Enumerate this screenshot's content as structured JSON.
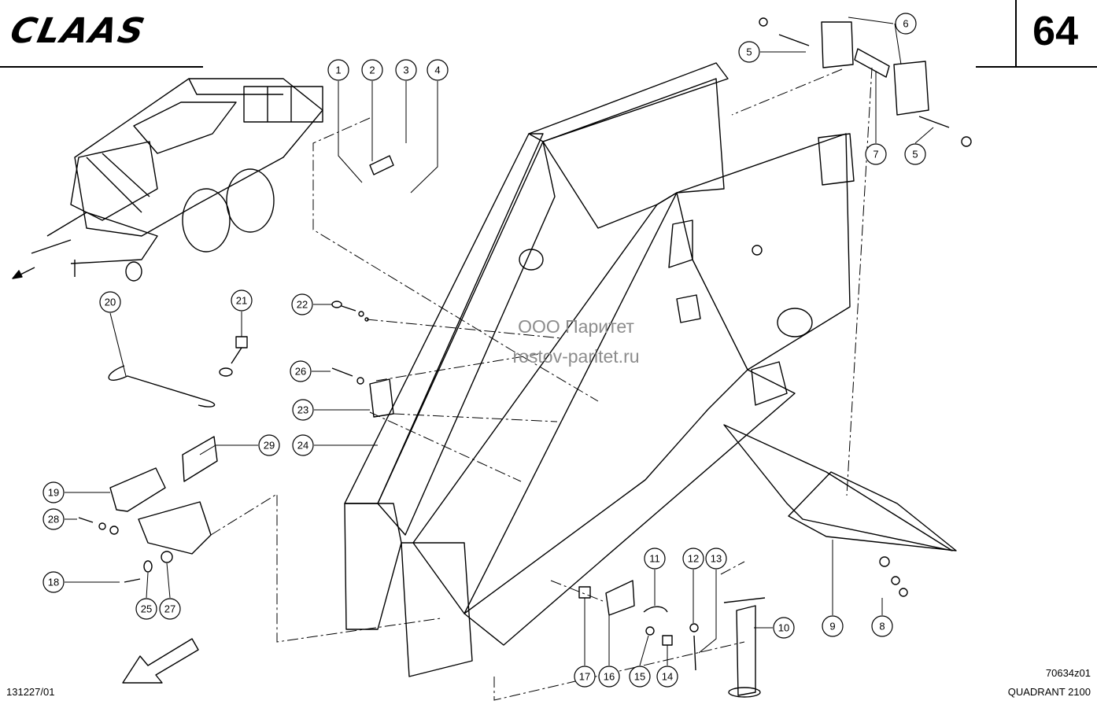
{
  "header": {
    "brand": "CLAAS",
    "page_number": "64"
  },
  "watermark": {
    "line1": "ООО Паритет",
    "line2": "rostov-paritet.ru"
  },
  "footer": {
    "doc_id": "131227/01",
    "drawing_id": "70634z01",
    "model": "QUADRANT 2100"
  },
  "callouts": [
    {
      "label": "1"
    },
    {
      "label": "2"
    },
    {
      "label": "3"
    },
    {
      "label": "4"
    },
    {
      "label": "5"
    },
    {
      "label": "6"
    },
    {
      "label": "5"
    },
    {
      "label": "7"
    },
    {
      "label": "20"
    },
    {
      "label": "21"
    },
    {
      "label": "22"
    },
    {
      "label": "26"
    },
    {
      "label": "23"
    },
    {
      "label": "24"
    },
    {
      "label": "29"
    },
    {
      "label": "19"
    },
    {
      "label": "28"
    },
    {
      "label": "18"
    },
    {
      "label": "25"
    },
    {
      "label": "27"
    },
    {
      "label": "11"
    },
    {
      "label": "12"
    },
    {
      "label": "13"
    },
    {
      "label": "10"
    },
    {
      "label": "9"
    },
    {
      "label": "8"
    },
    {
      "label": "17"
    },
    {
      "label": "16"
    },
    {
      "label": "15"
    },
    {
      "label": "14"
    }
  ]
}
